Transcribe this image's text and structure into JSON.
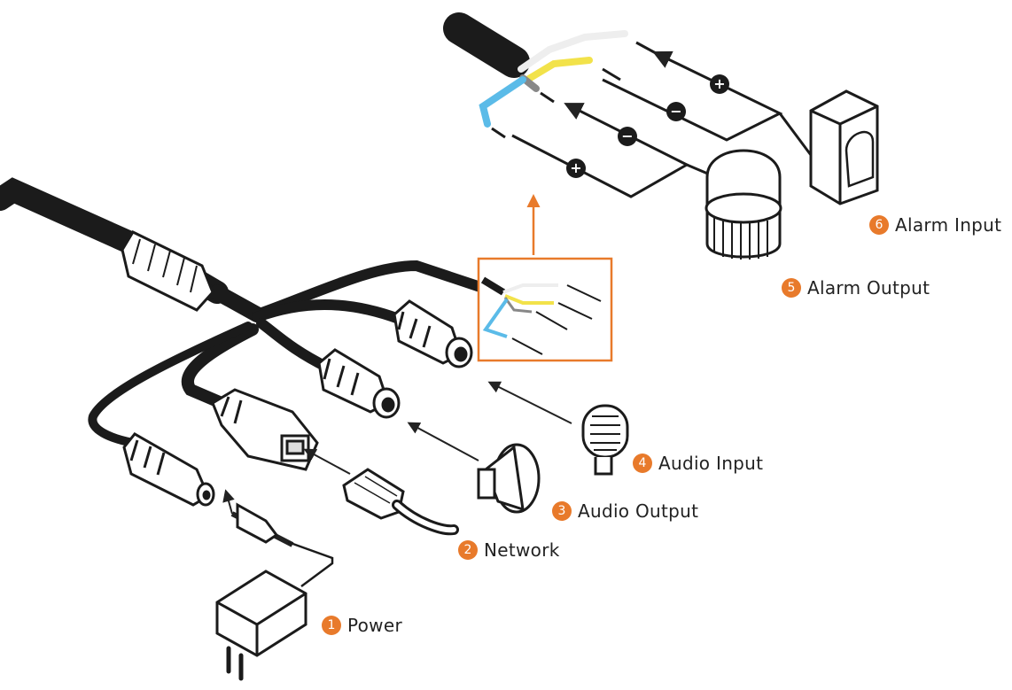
{
  "colors": {
    "cable": "#1b1b1b",
    "accent": "#e87a2b",
    "wire_yellow": "#f2e24a",
    "wire_blue": "#5bbbe8",
    "wire_white": "#eeeeee",
    "wire_gray": "#777777",
    "line": "#222222"
  },
  "callouts": [
    {
      "number": "1",
      "label": "Power"
    },
    {
      "number": "2",
      "label": "Network"
    },
    {
      "number": "3",
      "label": "Audio Output"
    },
    {
      "number": "4",
      "label": "Audio Input"
    },
    {
      "number": "5",
      "label": "Alarm Output"
    },
    {
      "number": "6",
      "label": "Alarm Input"
    }
  ],
  "symbols": {
    "plus": "+",
    "minus": "−"
  },
  "icons": [
    "power-adapter-icon",
    "rj45-plug-icon",
    "speaker-icon",
    "microphone-icon",
    "strobe-siren-icon",
    "motion-sensor-icon"
  ]
}
